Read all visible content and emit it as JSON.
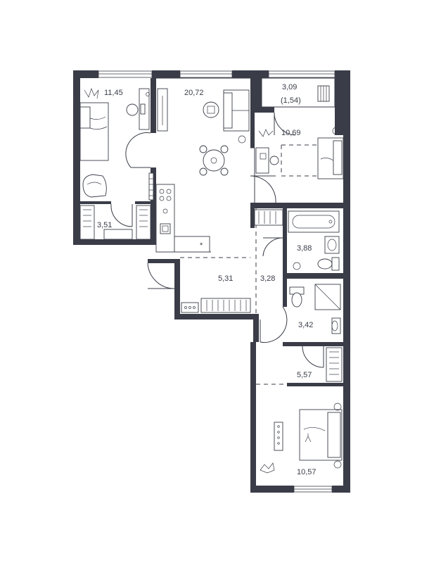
{
  "plan": {
    "rooms": [
      {
        "id": "bedroom-1",
        "area": "11,45"
      },
      {
        "id": "living-kitchen",
        "area": "20,72"
      },
      {
        "id": "balcony",
        "area": "3,09",
        "note": "(1,54)"
      },
      {
        "id": "bedroom-2",
        "area": "10,69"
      },
      {
        "id": "wardrobe",
        "area": "3,51"
      },
      {
        "id": "bathroom",
        "area": "3,88"
      },
      {
        "id": "entrance-hall",
        "area": "5,31"
      },
      {
        "id": "corridor-1",
        "area": "3,28"
      },
      {
        "id": "toilet-shower",
        "area": "3,42"
      },
      {
        "id": "corridor-2",
        "area": "5,57"
      },
      {
        "id": "bedroom-3",
        "area": "10,57"
      }
    ],
    "colors": {
      "wall": "#3a3d48",
      "background": "#ffffff"
    },
    "icons": [
      "sofa-icon",
      "bed-icon",
      "dining-table-icon",
      "armchair-icon",
      "stove-icon",
      "sink-icon",
      "bathtub-icon",
      "toilet-icon",
      "shower-icon",
      "desk-icon",
      "plant-icon",
      "radiator-icon"
    ]
  }
}
